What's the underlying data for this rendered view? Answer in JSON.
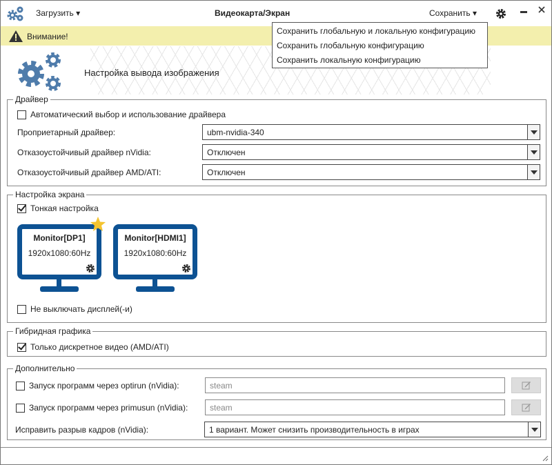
{
  "titlebar": {
    "title": "Видеокарта/Экран",
    "load": "Загрузить",
    "save": "Сохранить"
  },
  "save_menu": [
    "Сохранить глобальную и локальную конфигурацию",
    "Сохранить глобальную конфигурацию",
    "Сохранить локальную конфигурацию"
  ],
  "warning": "Внимание!",
  "header": "Настройка вывода изображения",
  "driver": {
    "title": "Драйвер",
    "auto": "Автоматический выбор и использование драйвера",
    "auto_checked": false,
    "rows": [
      {
        "label": "Проприетарный драйвер:",
        "value": "ubm-nvidia-340"
      },
      {
        "label": "Отказоустойчивый драйвер nVidia:",
        "value": "Отключен"
      },
      {
        "label": "Отказоустойчивый драйвер AMD/ATI:",
        "value": "Отключен"
      }
    ]
  },
  "screen": {
    "title": "Настройка экрана",
    "fine": "Тонкая настройка",
    "fine_checked": true,
    "monitors": [
      {
        "name": "Monitor[DP1]",
        "mode": "1920x1080:60Hz",
        "primary": true
      },
      {
        "name": "Monitor[HDMI1]",
        "mode": "1920x1080:60Hz",
        "primary": false
      }
    ],
    "keep_on": "Не выключать дисплей(-и)",
    "keep_on_checked": false
  },
  "hybrid": {
    "title": "Гибридная графика",
    "discrete": "Только дискретное видео (AMD/ATI)",
    "discrete_checked": true
  },
  "extra": {
    "title": "Дополнительно",
    "optirun": "Запуск программ через optirun (nVidia):",
    "optirun_value": "steam",
    "primusun": "Запуск программ через primusun (nVidia):",
    "primusun_value": "steam",
    "tearing": "Исправить разрыв кадров (nVidia):",
    "tearing_value": "1 вариант. Может снизить производительность в играх"
  },
  "colors": {
    "accent": "#0d5293",
    "gear": "#4f7cab",
    "warning_bg": "#f3efad",
    "star": "#f4c430"
  }
}
